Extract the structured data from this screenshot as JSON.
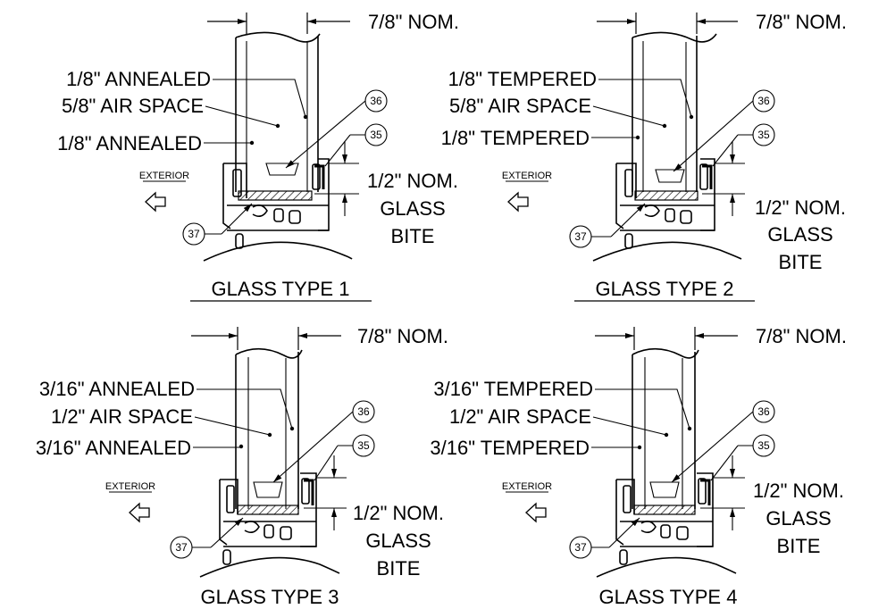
{
  "details": [
    {
      "title": "GLASS TYPE 1",
      "dimension_top": "7/8\" NOM.",
      "outer_lite": "1/8\" ANNEALED",
      "air_space": "5/8\" AIR SPACE",
      "inner_lite": "1/8\" ANNEALED",
      "bite_lines": [
        "1/2\" NOM.",
        "GLASS",
        "BITE"
      ],
      "exterior_label": "EXTERIOR",
      "callouts": [
        "36",
        "35",
        "37"
      ]
    },
    {
      "title": "GLASS TYPE 2",
      "dimension_top": "7/8\" NOM.",
      "outer_lite": "1/8\" TEMPERED",
      "air_space": "5/8\" AIR SPACE",
      "inner_lite": "1/8\" TEMPERED",
      "bite_lines": [
        "1/2\" NOM.",
        "GLASS",
        "BITE"
      ],
      "exterior_label": "EXTERIOR",
      "callouts": [
        "36",
        "35",
        "37"
      ]
    },
    {
      "title": "GLASS TYPE 3",
      "dimension_top": "7/8\" NOM.",
      "outer_lite": "3/16\" ANNEALED",
      "air_space": "1/2\" AIR SPACE",
      "inner_lite": "3/16\" ANNEALED",
      "bite_lines": [
        "1/2\" NOM.",
        "GLASS",
        "BITE"
      ],
      "exterior_label": "EXTERIOR",
      "callouts": [
        "36",
        "35",
        "37"
      ]
    },
    {
      "title": "GLASS TYPE 4",
      "dimension_top": "7/8\" NOM.",
      "outer_lite": "3/16\" TEMPERED",
      "air_space": "1/2\" AIR SPACE",
      "inner_lite": "3/16\" TEMPERED",
      "bite_lines": [
        "1/2\" NOM.",
        "GLASS",
        "BITE"
      ],
      "exterior_label": "EXTERIOR",
      "callouts": [
        "36",
        "35",
        "37"
      ]
    }
  ]
}
